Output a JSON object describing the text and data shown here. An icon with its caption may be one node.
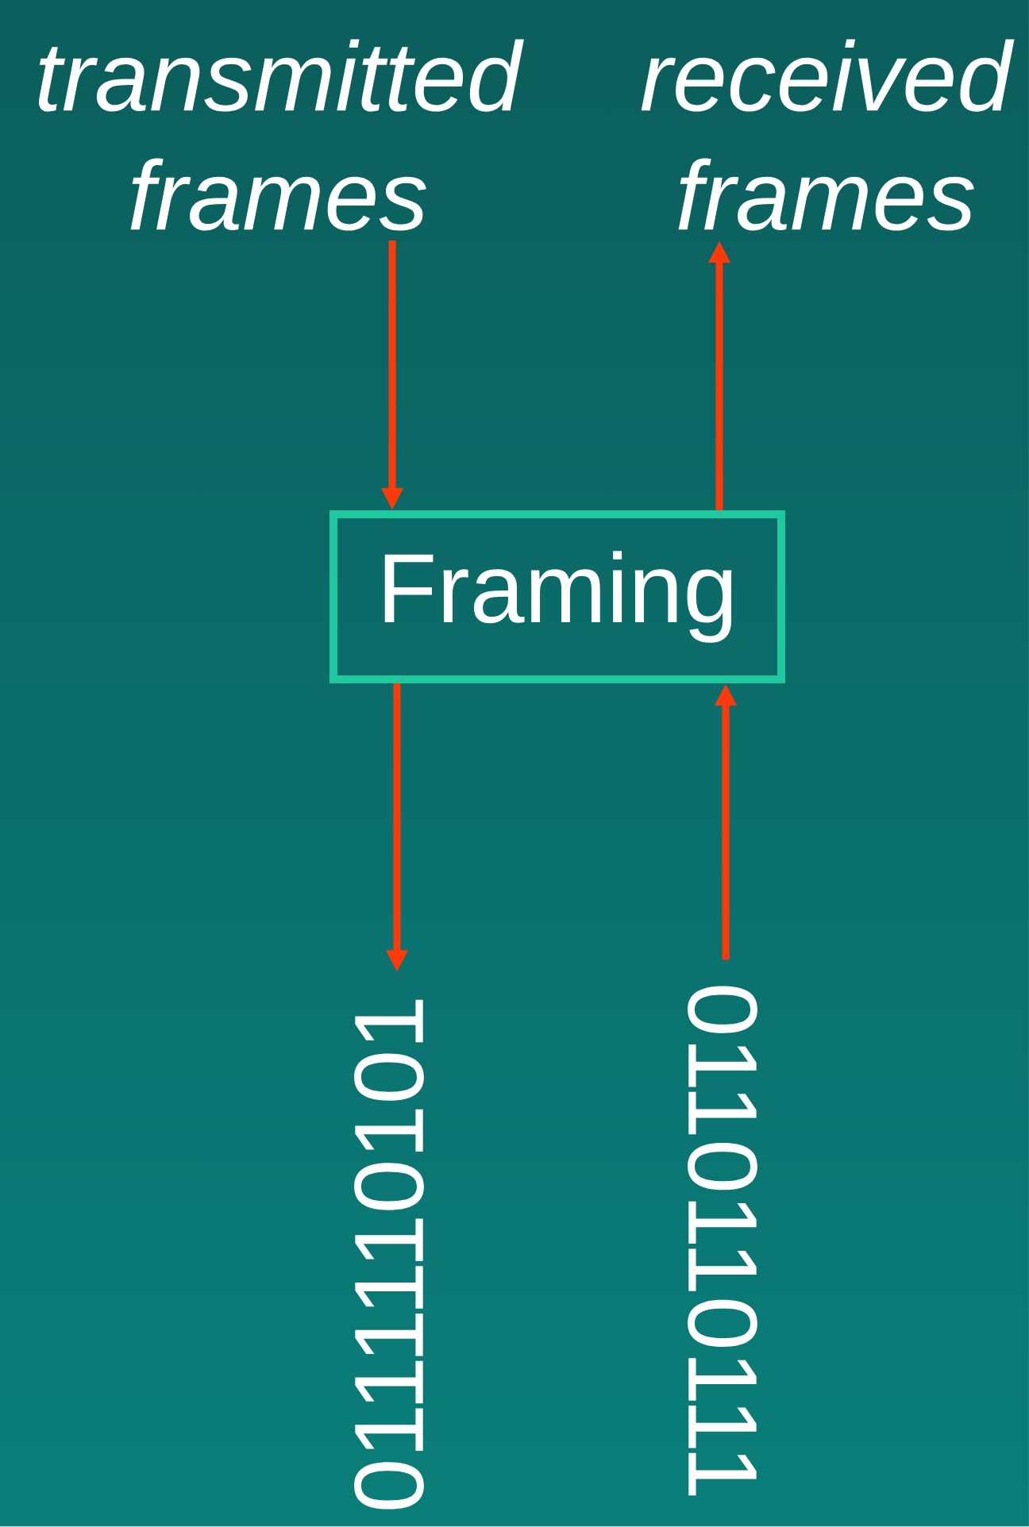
{
  "diagram": {
    "nodes": [
      {
        "text": [
          "*transmitted frames*"
        ]
      },
      {
        "text": [
          "*received frames*"
        ]
      },
      {
        "text": [
          "Framing"
        ]
      },
      {
        "text": [
          "0111110101"
        ]
      },
      {
        "text": [
          "0110110111"
        ]
      }
    ],
    "edges": [
      {
        "from": 0,
        "to": 2,
        "arrow": "to"
      },
      {
        "from": 2,
        "to": 1,
        "arrow": "to"
      },
      {
        "from": 2,
        "to": 3,
        "arrow": "to"
      },
      {
        "from": 4,
        "to": 2,
        "arrow": "to"
      }
    ]
  }
}
